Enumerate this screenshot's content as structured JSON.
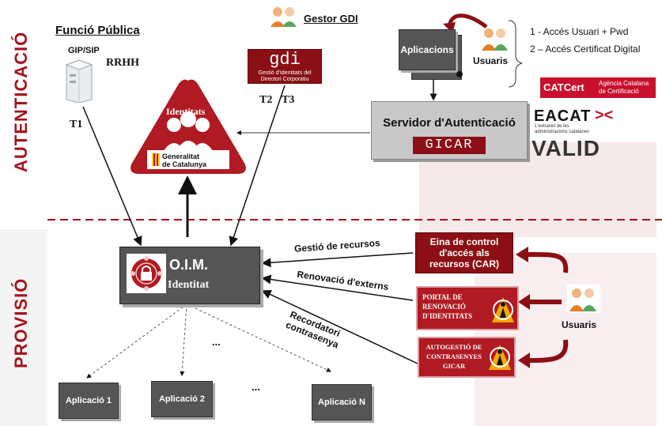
{
  "sections": {
    "top": "AUTENTICACIÓ",
    "bottom": "PROVISIÓ"
  },
  "funcio_publica": {
    "title": "Funció Pública",
    "gip": "GIP/SIP",
    "rrhh": "RRHH",
    "t1": "T1"
  },
  "gestor_gdi": {
    "title": "Gestor GDI",
    "logo_text": "gdi",
    "logo_subtitle_1": "Gestió d'Identitats del",
    "logo_subtitle_2": "Directori Corporatiu",
    "t2": "T2",
    "t3": "T3"
  },
  "identitats": {
    "title": "Identitats",
    "gen_1": "Generalitat",
    "gen_2": "de Catalunya"
  },
  "aplicacions": {
    "label": "Aplicacions"
  },
  "usuaris_top": {
    "label": "Usuaris",
    "access_1": "1 - Accés Usuari + Pwd",
    "access_2": "2 – Accés Certificat Digital"
  },
  "certs": {
    "catcert": "CATCert",
    "catcert_sub_1": "Agència Catalana",
    "catcert_sub_2": "de Certificació",
    "eacat": "EACAT",
    "eacat_sub_1": "L'extranet de les",
    "eacat_sub_2": "administracions catalanes",
    "valid": "VALID"
  },
  "servidor": {
    "title": "Servidor d'Autenticació",
    "gicar": "GICAR"
  },
  "oim": {
    "title": "O.I.M.",
    "subtitle": "Identitat"
  },
  "arrows": {
    "gestio": "Gestió de recursos",
    "renovacio": "Renovació d'externs",
    "recordatori_1": "Recordatori",
    "recordatori_2": "contrasenya"
  },
  "car": {
    "line1": "Eina de control",
    "line2": "d'accés als",
    "line3": "recursos (CAR)"
  },
  "portal": {
    "line1": "PORTAL DE",
    "line2": "RENOVACIÓ",
    "line3": "D'IDENTITATS"
  },
  "autogestio": {
    "line1": "AUTOGESTIÓ DE",
    "line2": "CONTRASENYES",
    "line3": "GICAR"
  },
  "usuaris_bottom": {
    "label": "Usuaris"
  },
  "apps": {
    "app1": "Aplicació 1",
    "app2": "Aplicació 2",
    "appn": "Aplicació N",
    "ellipsis": "..."
  },
  "colors": {
    "brand_red": "#8b0f14",
    "accent_red": "#a5121a",
    "box_gray": "#555555"
  }
}
